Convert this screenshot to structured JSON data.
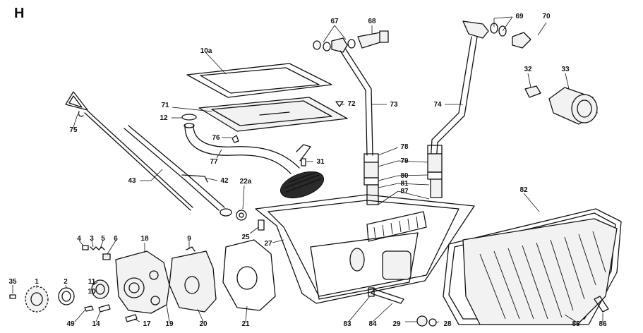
{
  "diagram": {
    "section_label": "H",
    "callouts": [
      {
        "id": "c-10a",
        "text": "10a"
      },
      {
        "id": "c-67",
        "text": "67"
      },
      {
        "id": "c-68",
        "text": "68"
      },
      {
        "id": "c-69",
        "text": "69"
      },
      {
        "id": "c-70",
        "text": "70"
      },
      {
        "id": "c-32",
        "text": "32"
      },
      {
        "id": "c-33",
        "text": "33"
      },
      {
        "id": "c-71",
        "text": "71"
      },
      {
        "id": "c-72",
        "text": "72"
      },
      {
        "id": "c-73",
        "text": "73"
      },
      {
        "id": "c-74",
        "text": "74"
      },
      {
        "id": "c-12",
        "text": "12"
      },
      {
        "id": "c-75",
        "text": "75"
      },
      {
        "id": "c-76",
        "text": "76"
      },
      {
        "id": "c-77",
        "text": "77"
      },
      {
        "id": "c-31",
        "text": "31"
      },
      {
        "id": "c-78",
        "text": "78"
      },
      {
        "id": "c-79",
        "text": "79"
      },
      {
        "id": "c-80",
        "text": "80"
      },
      {
        "id": "c-81",
        "text": "81"
      },
      {
        "id": "c-87",
        "text": "87"
      },
      {
        "id": "c-82",
        "text": "82"
      },
      {
        "id": "c-43",
        "text": "43"
      },
      {
        "id": "c-42",
        "text": "42"
      },
      {
        "id": "c-22a",
        "text": "22a"
      },
      {
        "id": "c-25",
        "text": "25"
      },
      {
        "id": "c-27",
        "text": "27"
      },
      {
        "id": "c-4",
        "text": "4"
      },
      {
        "id": "c-3",
        "text": "3"
      },
      {
        "id": "c-5",
        "text": "5"
      },
      {
        "id": "c-6",
        "text": "6"
      },
      {
        "id": "c-18",
        "text": "18"
      },
      {
        "id": "c-9",
        "text": "9"
      },
      {
        "id": "c-35",
        "text": "35"
      },
      {
        "id": "c-1",
        "text": "1"
      },
      {
        "id": "c-2",
        "text": "2"
      },
      {
        "id": "c-11",
        "text": "11"
      },
      {
        "id": "c-10",
        "text": "10"
      },
      {
        "id": "c-49",
        "text": "49"
      },
      {
        "id": "c-14",
        "text": "14"
      },
      {
        "id": "c-17",
        "text": "17"
      },
      {
        "id": "c-19",
        "text": "19"
      },
      {
        "id": "c-20",
        "text": "20"
      },
      {
        "id": "c-21",
        "text": "21"
      },
      {
        "id": "c-83",
        "text": "83"
      },
      {
        "id": "c-84",
        "text": "84"
      },
      {
        "id": "c-29",
        "text": "29"
      },
      {
        "id": "c-28",
        "text": "28"
      },
      {
        "id": "c-85",
        "text": "85"
      },
      {
        "id": "c-86",
        "text": "86"
      }
    ]
  }
}
